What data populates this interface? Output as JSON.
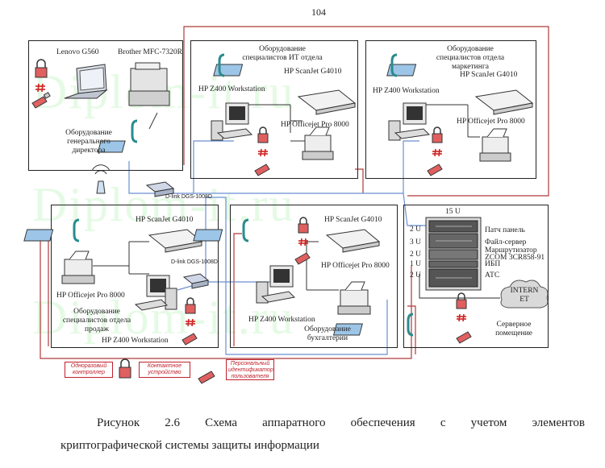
{
  "page_number": "104",
  "watermark": "Diplom-it.ru",
  "director": {
    "laptop": "Lenovo G560",
    "mfp": "Brother MFC-7320R",
    "title": "Оборудование генерального директора"
  },
  "it_dept": {
    "title": "Оборудование специалистов ИТ отдела",
    "scanner": "HP ScanJet G4010",
    "workstation": "HP Z400 Workstation",
    "printer": "HP Officejet Pro 8000"
  },
  "marketing": {
    "title": "Оборудование специалистов отдела маркетинга",
    "scanner": "HP ScanJet G4010",
    "workstation": "HP Z400 Workstation",
    "printer": "HP Officejet Pro 8000"
  },
  "switch_label": "D-link DGS-1008D",
  "sales": {
    "title": "Оборудование специалистов отдела продаж",
    "scanner": "HP ScanJet G4010",
    "switch": "D-link DGS-1008D",
    "printer": "HP Officejet Pro 8000",
    "workstation": "HP Z400 Workstation"
  },
  "accounting": {
    "title": "Оборудование бухгалтерии",
    "scanner": "HP ScanJet G4010",
    "printer": "HP Officejet Pro 8000",
    "workstation": "HP Z400 Workstation"
  },
  "server_room": {
    "rack_units": "15 U",
    "units": [
      "2 U",
      "3 U",
      "2 U",
      "1 U",
      "2 U"
    ],
    "patch_panel": "Патч панель",
    "file_server": "Файл-сервер",
    "router": "Маршрутизатор",
    "router_model": "ZCOM 3CR858-91",
    "ups": "ИБП",
    "pbx": "АТС",
    "internet": "INTERN ET",
    "title": "Серверное помещение"
  },
  "legend": {
    "otp": "Одноразовый контроллер",
    "contact": "Контактное устройство",
    "id_token": "Персональный идентификатор пользователя"
  },
  "caption": {
    "line1": "Рисунок 2.6 Схема аппаратного обеспечения с учетом элементов",
    "line2": "криптографической системы защиты информации"
  },
  "colors": {
    "red_line": "#b03a3a",
    "blue_line": "#6a8fd0",
    "legend_red": "#c0202a",
    "watermark": "#33dd33"
  }
}
